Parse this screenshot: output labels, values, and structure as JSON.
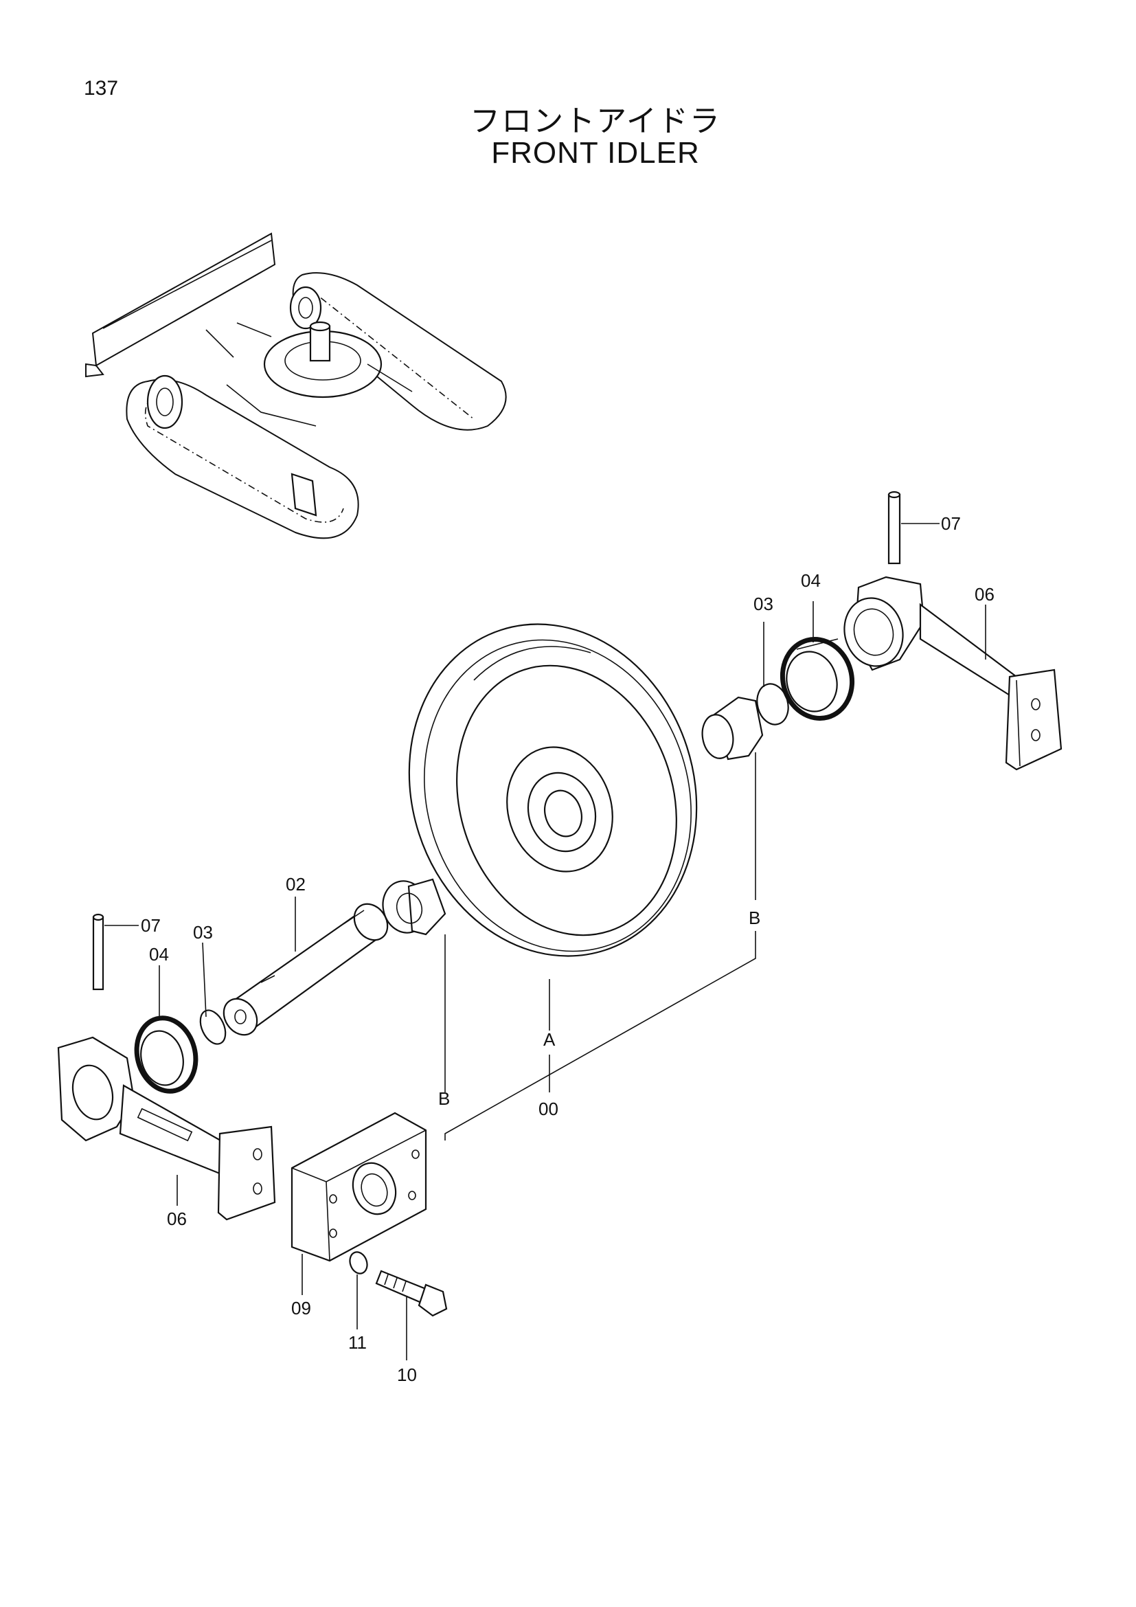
{
  "page_number": "137",
  "title_jp": "フロントアイドラ",
  "title_en": "FRONT IDLER",
  "callouts": {
    "c00": "00",
    "c02": "02",
    "c03_left": "03",
    "c03_right": "03",
    "c04_left": "04",
    "c04_right": "04",
    "c06_left": "06",
    "c06_right": "06",
    "c07_left": "07",
    "c07_right": "07",
    "c09": "09",
    "c10": "10",
    "c11": "11",
    "ref_A": "A",
    "ref_B_left": "B",
    "ref_B_right": "B"
  }
}
